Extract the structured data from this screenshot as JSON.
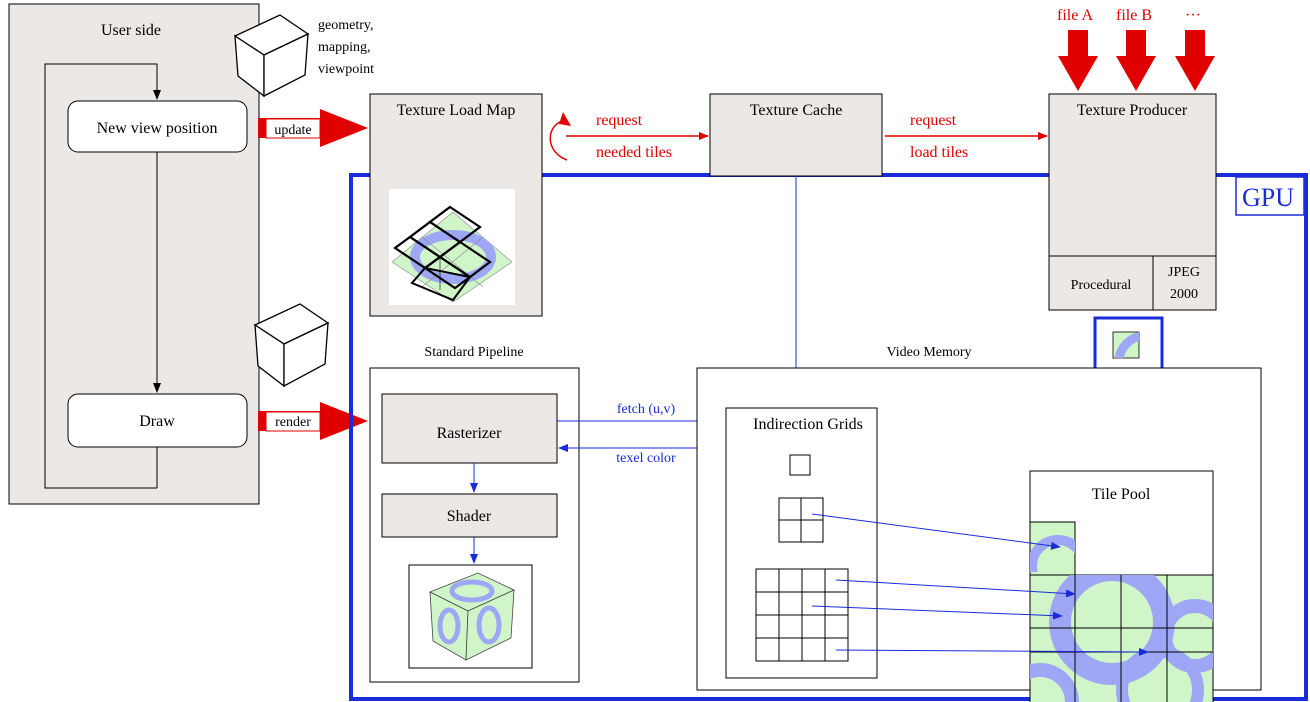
{
  "user_side": {
    "title": "User side",
    "new_view_position": "New view position",
    "draw": "Draw"
  },
  "camera_top_label": [
    "geometry,",
    "mapping,",
    "viewpoint"
  ],
  "flows": {
    "update": "update",
    "render": "render",
    "request_needed": [
      "request",
      "needed tiles"
    ],
    "request_load": [
      "request",
      "load tiles"
    ],
    "fetch": "fetch (u,v)",
    "texel": "texel color"
  },
  "texture_load_map": {
    "title": "Texture Load Map"
  },
  "texture_cache": {
    "title": "Texture Cache"
  },
  "texture_producer": {
    "title": "Texture Producer",
    "procedural": "Procedural",
    "jpeg": [
      "JPEG",
      "2000"
    ]
  },
  "files": [
    "file A",
    "file B",
    "···"
  ],
  "gpu_label": "GPU",
  "standard_pipeline": {
    "title": "Standard Pipeline",
    "rasterizer": "Rasterizer",
    "shader": "Shader"
  },
  "video_memory": {
    "title": "Video Memory",
    "indirection_grids": "Indirection Grids",
    "tile_pool": "Tile Pool"
  },
  "colors": {
    "user_panel_bg": "#ece8e5",
    "box_fill": "#ece8e5",
    "flow_red": "#e00000",
    "gpu_blue": "#1a2cd9",
    "tile_green": "#cff5c8",
    "tile_blue": "#9ea7f5"
  }
}
